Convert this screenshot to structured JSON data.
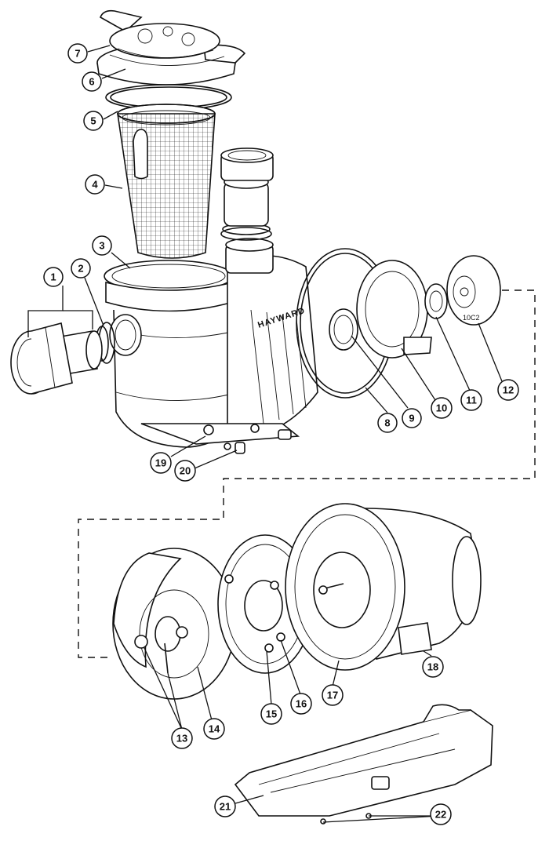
{
  "diagram": {
    "brand_text": "HAYWARD",
    "impeller_mark": "10C2",
    "callouts": [
      {
        "id": "1",
        "label": "1"
      },
      {
        "id": "2",
        "label": "2"
      },
      {
        "id": "3",
        "label": "3"
      },
      {
        "id": "4",
        "label": "4"
      },
      {
        "id": "5",
        "label": "5"
      },
      {
        "id": "6",
        "label": "6"
      },
      {
        "id": "7",
        "label": "7"
      },
      {
        "id": "8",
        "label": "8"
      },
      {
        "id": "9",
        "label": "9"
      },
      {
        "id": "10",
        "label": "10"
      },
      {
        "id": "11",
        "label": "11"
      },
      {
        "id": "12",
        "label": "12"
      },
      {
        "id": "13",
        "label": "13"
      },
      {
        "id": "14",
        "label": "14"
      },
      {
        "id": "15",
        "label": "15"
      },
      {
        "id": "16",
        "label": "16"
      },
      {
        "id": "17",
        "label": "17"
      },
      {
        "id": "18",
        "label": "18"
      },
      {
        "id": "19",
        "label": "19"
      },
      {
        "id": "20",
        "label": "20"
      },
      {
        "id": "21",
        "label": "21"
      },
      {
        "id": "22",
        "label": "22"
      }
    ]
  }
}
